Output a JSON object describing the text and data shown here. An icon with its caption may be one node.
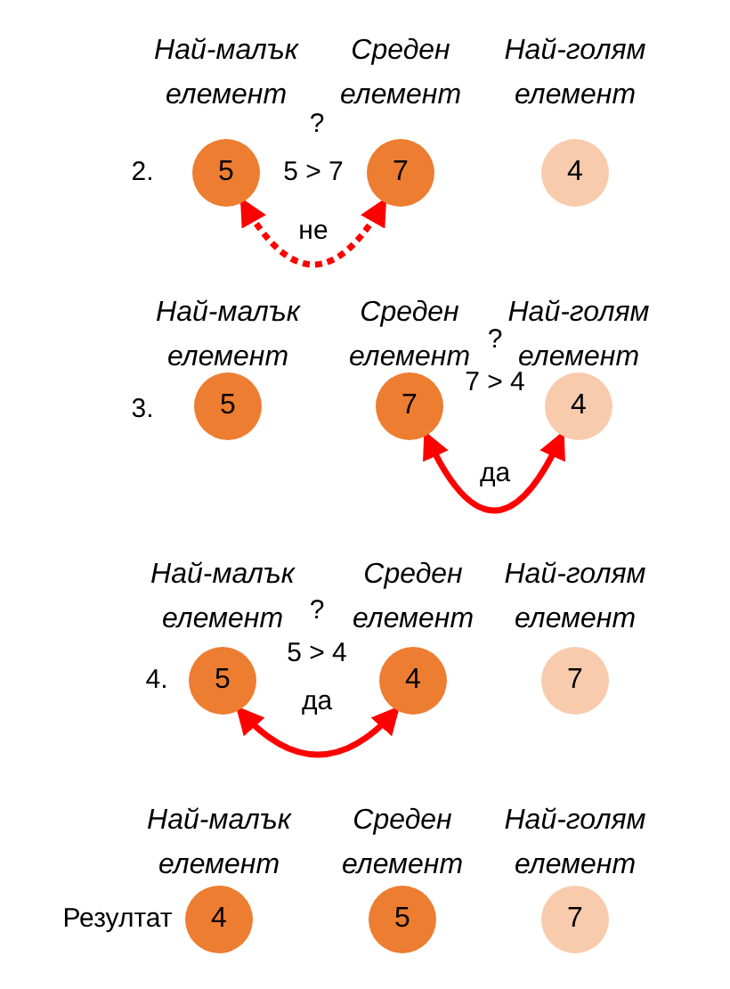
{
  "diagram": {
    "nodes": [
      {
        "text": [
          "Най-малък елемент",
          "5"
        ]
      },
      {
        "text": [
          "Среден елемент",
          "7"
        ]
      },
      {
        "text": [
          "Най-голям елемент",
          "4"
        ]
      },
      {
        "text": [
          "Най-малък елемент",
          "5"
        ]
      },
      {
        "text": [
          "Среден елемент",
          "7"
        ]
      },
      {
        "text": [
          "Най-голям елемент",
          "4"
        ]
      },
      {
        "text": [
          "Най-малък елемент",
          "5"
        ]
      },
      {
        "text": [
          "Среден елемент",
          "4"
        ]
      },
      {
        "text": [
          "Най-голям елемент",
          "7"
        ]
      },
      {
        "text": [
          "Най-малък елемент",
          "4"
        ]
      },
      {
        "text": [
          "Среден елемент",
          "5"
        ]
      },
      {
        "text": [
          "Най-голям елемент",
          "7"
        ]
      }
    ],
    "edges": [
      {
        "from": 0,
        "to": 1,
        "arrow": "both",
        "label": "не",
        "style": "dashed"
      },
      {
        "from": 4,
        "to": 5,
        "arrow": "both",
        "label": "да"
      },
      {
        "from": 6,
        "to": 7,
        "arrow": "both",
        "label": "да"
      }
    ],
    "labels": [
      "2.",
      "?",
      "5 > 7",
      "3.",
      "?",
      "7 > 4",
      "4.",
      "?",
      "5 > 4",
      "Резултат"
    ]
  }
}
